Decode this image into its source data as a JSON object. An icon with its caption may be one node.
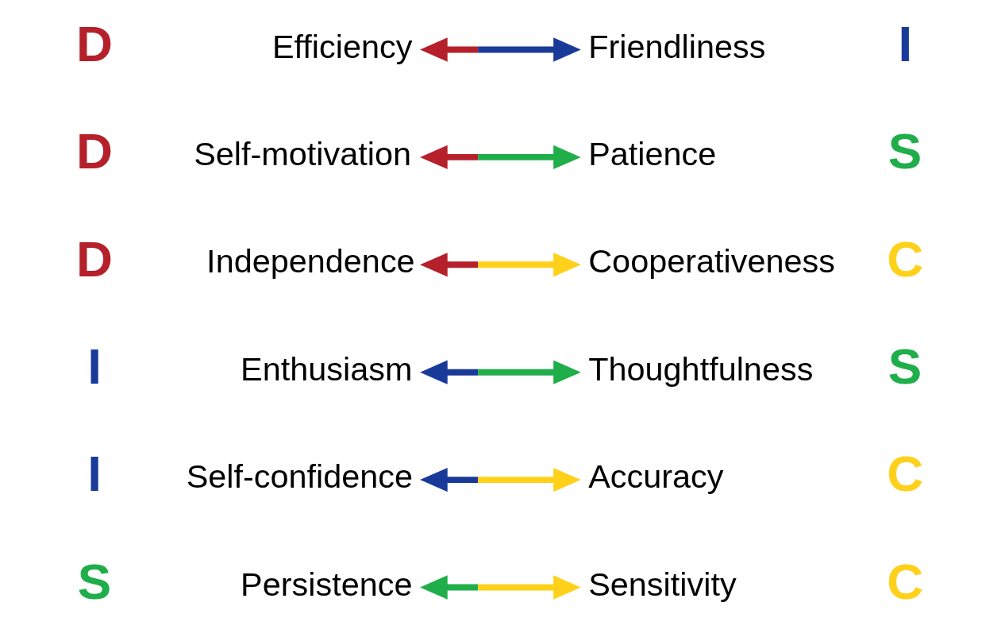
{
  "diagram": {
    "nodes": [
      {
        "text": [
          "Efficiency"
        ],
        "beside": [
          "D"
        ]
      },
      {
        "text": [
          "Friendliness"
        ],
        "beside": [
          "I"
        ]
      },
      {
        "text": [
          "Self-motivation"
        ],
        "beside": [
          "D"
        ]
      },
      {
        "text": [
          "Patience"
        ],
        "beside": [
          "S"
        ]
      },
      {
        "text": [
          "Independence"
        ],
        "beside": [
          "D"
        ]
      },
      {
        "text": [
          "Cooperativeness"
        ],
        "beside": [
          "C"
        ]
      },
      {
        "text": [
          "Enthusiasm"
        ],
        "beside": [
          "I"
        ]
      },
      {
        "text": [
          "Thoughtfulness"
        ],
        "beside": [
          "S"
        ]
      },
      {
        "text": [
          "Self-confidence"
        ],
        "beside": [
          "I"
        ]
      },
      {
        "text": [
          "Accuracy"
        ],
        "beside": [
          "C"
        ]
      },
      {
        "text": [
          "Persistence"
        ],
        "beside": [
          "S"
        ]
      },
      {
        "text": [
          "Sensitivity"
        ],
        "beside": [
          "C"
        ]
      }
    ],
    "edges": [
      {
        "from": 0,
        "to": 1,
        "arrow": "both",
        "color": "#1a3a9a"
      },
      {
        "from": 2,
        "to": 3,
        "arrow": "both",
        "color": "#1fae4a"
      },
      {
        "from": 4,
        "to": 5,
        "arrow": "both",
        "color": "#ffd11a"
      },
      {
        "from": 6,
        "to": 7,
        "arrow": "both",
        "color": "#1fae4a"
      },
      {
        "from": 8,
        "to": 9,
        "arrow": "both",
        "color": "#ffd11a"
      },
      {
        "from": 10,
        "to": 11,
        "arrow": "both",
        "color": "#ffd11a"
      }
    ]
  }
}
